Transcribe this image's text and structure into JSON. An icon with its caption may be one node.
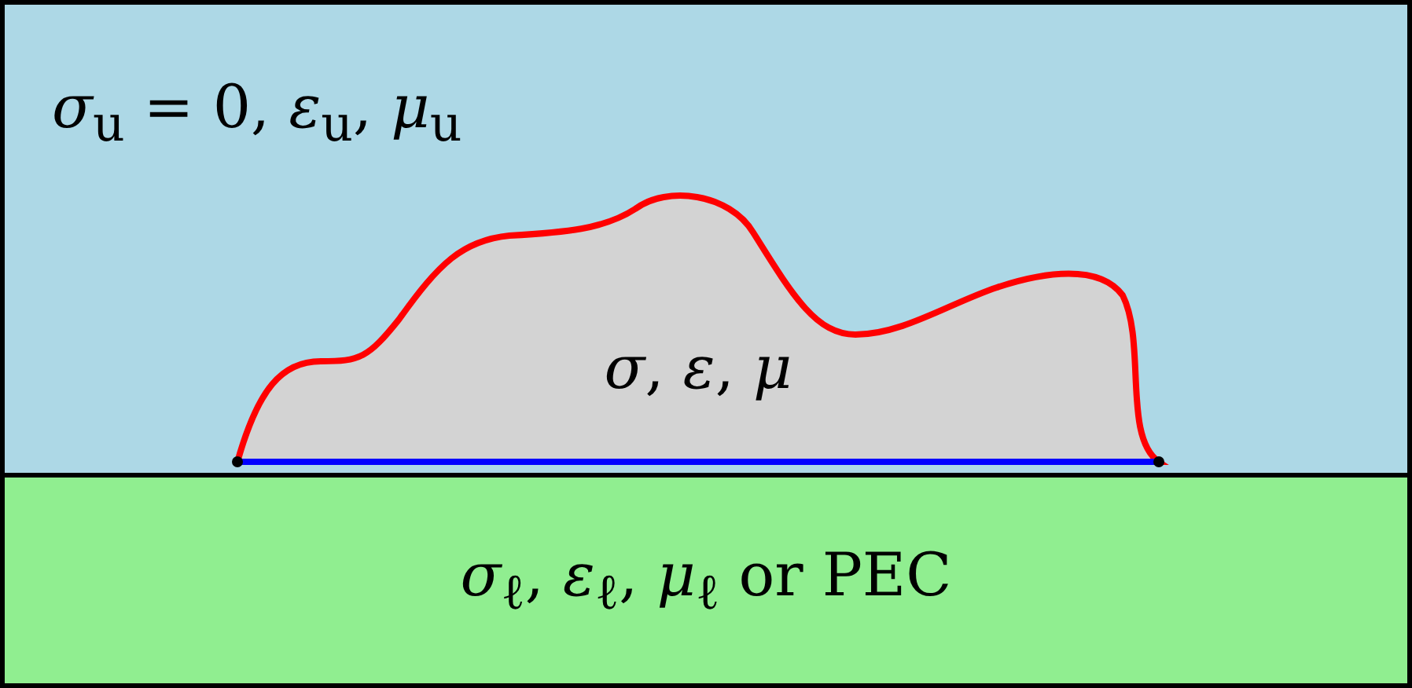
{
  "diagram": {
    "nodes": [
      {
        "text": [
          "*σ*$_{u}$ = 0, *ε*$_{u}$, *μ*$_{u}$"
        ]
      },
      {
        "text": [
          "*σ*, *ε*, *μ*"
        ],
        "in": 0
      },
      {
        "text": [
          "*σ*$_{ℓ}$, *ε*$_{ℓ}$, *μ*$_{ℓ}$ or PEC"
        ]
      }
    ]
  }
}
